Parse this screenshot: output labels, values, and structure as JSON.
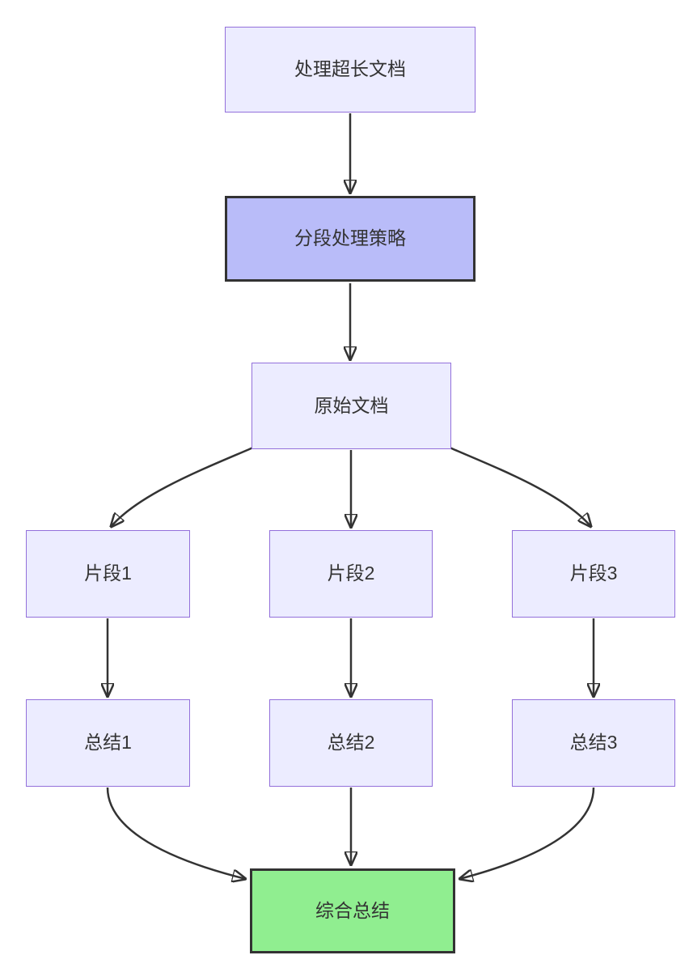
{
  "diagram": {
    "type": "flowchart",
    "direction": "top-down",
    "background": "#ffffff"
  },
  "colors": {
    "node_fill": "#ececff",
    "node_border": "#9370db",
    "emphasis_fill": "#b9bcf9",
    "emphasis_border": "#333333",
    "success_fill": "#90ee90",
    "success_border": "#333333",
    "edge": "#333333",
    "text": "#333333"
  },
  "nodes": [
    {
      "id": "A",
      "label": "处理超长文档",
      "style": "default"
    },
    {
      "id": "B",
      "label": "分段处理策略",
      "style": "emphasis"
    },
    {
      "id": "C",
      "label": "原始文档",
      "style": "default"
    },
    {
      "id": "D1",
      "label": "片段1",
      "style": "default"
    },
    {
      "id": "D2",
      "label": "片段2",
      "style": "default"
    },
    {
      "id": "D3",
      "label": "片段3",
      "style": "default"
    },
    {
      "id": "E1",
      "label": "总结1",
      "style": "default"
    },
    {
      "id": "E2",
      "label": "总结2",
      "style": "default"
    },
    {
      "id": "E3",
      "label": "总结3",
      "style": "default"
    },
    {
      "id": "F",
      "label": "综合总结",
      "style": "success"
    }
  ],
  "edges": [
    {
      "from": "A",
      "to": "B"
    },
    {
      "from": "B",
      "to": "C"
    },
    {
      "from": "C",
      "to": "D1"
    },
    {
      "from": "C",
      "to": "D2"
    },
    {
      "from": "C",
      "to": "D3"
    },
    {
      "from": "D1",
      "to": "E1"
    },
    {
      "from": "D2",
      "to": "E2"
    },
    {
      "from": "D3",
      "to": "E3"
    },
    {
      "from": "E1",
      "to": "F"
    },
    {
      "from": "E2",
      "to": "F"
    },
    {
      "from": "E3",
      "to": "F"
    }
  ]
}
